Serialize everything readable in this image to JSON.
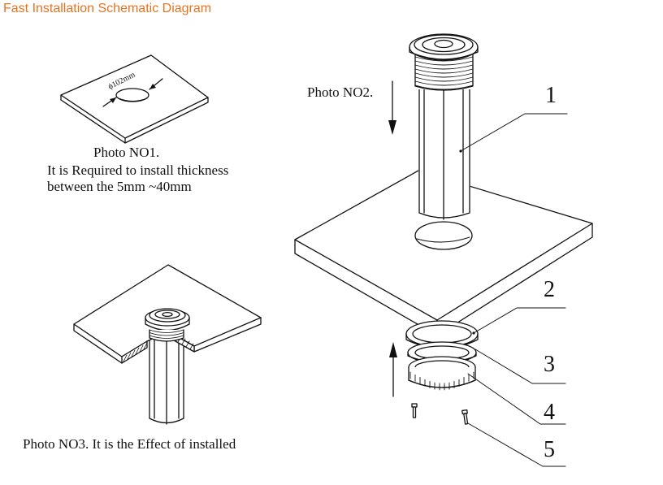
{
  "header": {
    "title": "Fast Installation Schematic Diagram"
  },
  "photo1": {
    "caption": "Photo NO1.",
    "note_line1": "It is Required to install thickness",
    "note_line2": "between the 5mm ~40mm",
    "hole_dimension": "ϕ102mm"
  },
  "photo2": {
    "caption": "Photo NO2."
  },
  "photo3": {
    "caption": "Photo NO3. It is the Effect of installed"
  },
  "parts": [
    "1",
    "2",
    "3",
    "4",
    "5"
  ]
}
